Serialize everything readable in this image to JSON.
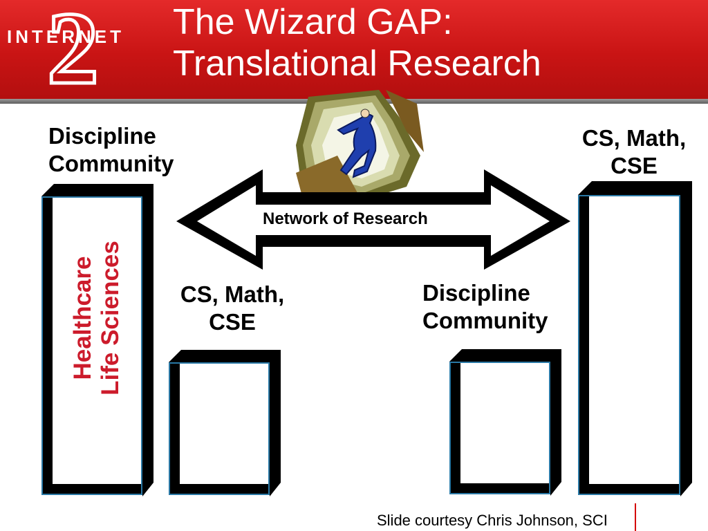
{
  "header": {
    "logo_text": "INTERNET",
    "logo_numeral": "2",
    "title_line1": "The Wizard GAP:",
    "title_line2": "Translational Research"
  },
  "labels": {
    "top_left": [
      "Discipline",
      "Community"
    ],
    "top_right": [
      "CS, Math,",
      "CSE"
    ],
    "mid_left": [
      "CS, Math,",
      "CSE"
    ],
    "mid_right": [
      "Discipline",
      "Community"
    ]
  },
  "arrow_label": "Network of Research",
  "vertical_text": [
    "Healthcare",
    "Life Sciences"
  ],
  "footer": "Slide courtesy Chris Johnson, SCI",
  "colors": {
    "header_red": "#d01818",
    "vertical_text": "#cc1b2b",
    "bar_outline": "#2a79a6"
  }
}
